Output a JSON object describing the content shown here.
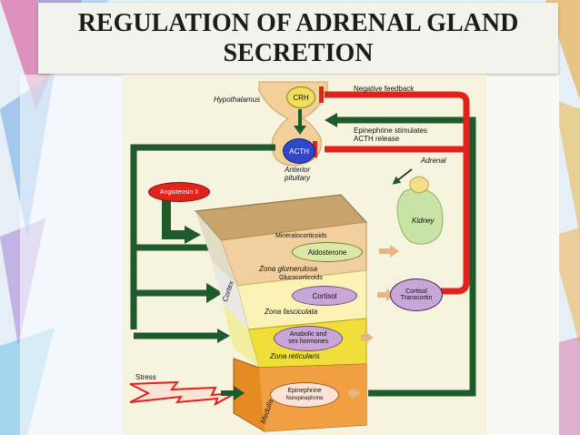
{
  "slide": {
    "title": "REGULATION OF ADRENAL GLAND SECRETION"
  },
  "diagram": {
    "hypothalamus": "Hypothalamus",
    "crh": "CRH",
    "acth": "ACTH",
    "negative_feedback": "Negative feedback",
    "epinephrine_stimulates": "Epinephrine stimulates\nACTH release",
    "anterior_pituitary": "Anterior\npituitary",
    "adrenal": "Adrenal",
    "kidney": "Kidney",
    "angiotensin": "Angiotensin II",
    "mineralocorticoids": "Mineralocorticoids",
    "aldosterone": "Aldosterone",
    "zona_glomerulosa": "Zona glomerulosa",
    "glucocorticoids": "Glucocorticoids",
    "cortisol": "Cortisol",
    "cortex": "Cortex",
    "zona_fasciculata": "Zona fasciculata",
    "anabolic": "Anabolic and\nsex hormones",
    "zona_reticularis": "Zona reticularis",
    "cortisol_transcortin_1": "Cortisol",
    "cortisol_transcortin_2": "Transcortin",
    "stress": "Stress",
    "epinephrine": "Epinephrine",
    "norepinephrine": "Norepinephrine",
    "medulla": "Medulla"
  },
  "colors": {
    "green_arrow": "#1f5a2a",
    "red_arrow": "#e0231c",
    "mineralocorticoid_layer": "#f2cf9e",
    "glucocorticoid_layer": "#fbf2b6",
    "reticularis_layer": "#f0df3a",
    "medulla": "#e58b24",
    "hormone_pill": "#c9a6d8",
    "crh_pill": "#f1df5a",
    "acth_pill": "#2f47c8"
  }
}
